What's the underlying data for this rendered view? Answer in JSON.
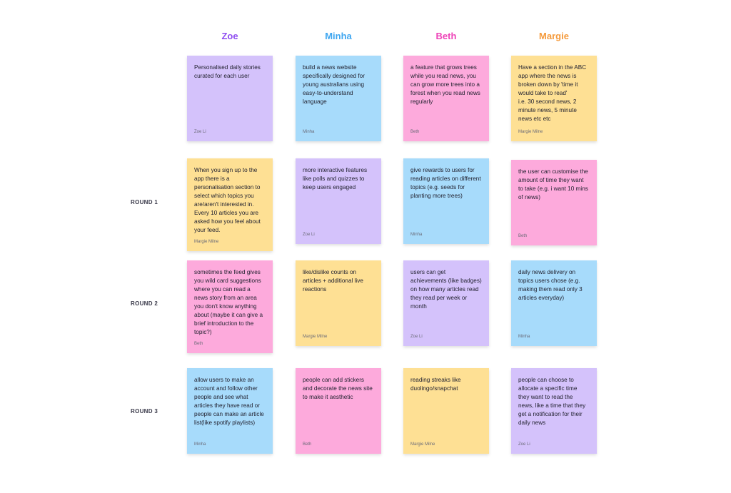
{
  "columns": [
    {
      "name": "Zoe",
      "color": "#8f4ef0"
    },
    {
      "name": "Minha",
      "color": "#3ea6f0"
    },
    {
      "name": "Beth",
      "color": "#ee43b8"
    },
    {
      "name": "Margie",
      "color": "#f59a3b"
    }
  ],
  "rounds": [
    "ROUND 1",
    "ROUND 2",
    "ROUND 3"
  ],
  "note_colors": {
    "purple": "#d4c2fb",
    "blue": "#a7dbfb",
    "pink": "#fdaadc",
    "yellow": "#fee094"
  },
  "notes": [
    {
      "text": "Personalised daily stories curated for each user",
      "author": "Zoe Li",
      "color": "purple"
    },
    {
      "text": "build a news website specifically designed for young australians using easy-to-understand language",
      "author": "Minha",
      "color": "blue"
    },
    {
      "text": "a feature that grows trees while you read news, you can grow more trees into a forest when you read news regularly",
      "author": "Beth",
      "color": "pink"
    },
    {
      "text": "Have a section in the ABC app where the news is broken down by 'time it would take to read'\ni.e. 30 second news, 2 minute news, 5 minute news etc etc",
      "author": "Margie Milne",
      "color": "yellow"
    },
    {
      "text": "When you sign up to the app there is a personalisation section to select which topics you are/aren't interested in. Every 10 articles you are asked how you feel about your feed.",
      "author": "Margie Milne",
      "color": "yellow"
    },
    {
      "text": "more interactive features like polls and quizzes to keep users engaged",
      "author": "Zoe Li",
      "color": "purple"
    },
    {
      "text": "give rewards to users for reading articles on different topics (e.g. seeds for planting more trees)",
      "author": "Minha",
      "color": "blue"
    },
    {
      "text": "the user can customise the amount of time they want to take (e.g. i want 10 mins of news)",
      "author": "Beth",
      "color": "pink"
    },
    {
      "text": "sometimes the feed gives you wild card suggestions where you can read a news story from an area you don't know anything about (maybe it can give a brief introduction to the topic?)",
      "author": "Beth",
      "color": "pink"
    },
    {
      "text": "like/dislike counts on articles + additional live reactions",
      "author": "Margie Milne",
      "color": "yellow"
    },
    {
      "text": "users can get achievements (like badges) on how many articles read they read per week or month",
      "author": "Zoe Li",
      "color": "purple"
    },
    {
      "text": "daily news delivery on topics users chose (e.g. making them read only 3 articles everyday)",
      "author": "Minha",
      "color": "blue"
    },
    {
      "text": "allow users to make an account and follow other people and see what articles they have read or people can make an article list(like spotify playlists)",
      "author": "Minha",
      "color": "blue"
    },
    {
      "text": "people can add stickers and decorate the news site to make it aesthetic",
      "author": "Beth",
      "color": "pink"
    },
    {
      "text": "reading streaks like duolingo/snapchat",
      "author": "Margie Milne",
      "color": "yellow"
    },
    {
      "text": "people can choose to allocate a specific time they want to read the news, like a time that they get a notification for their daily news",
      "author": "Zoe Li",
      "color": "purple"
    }
  ]
}
